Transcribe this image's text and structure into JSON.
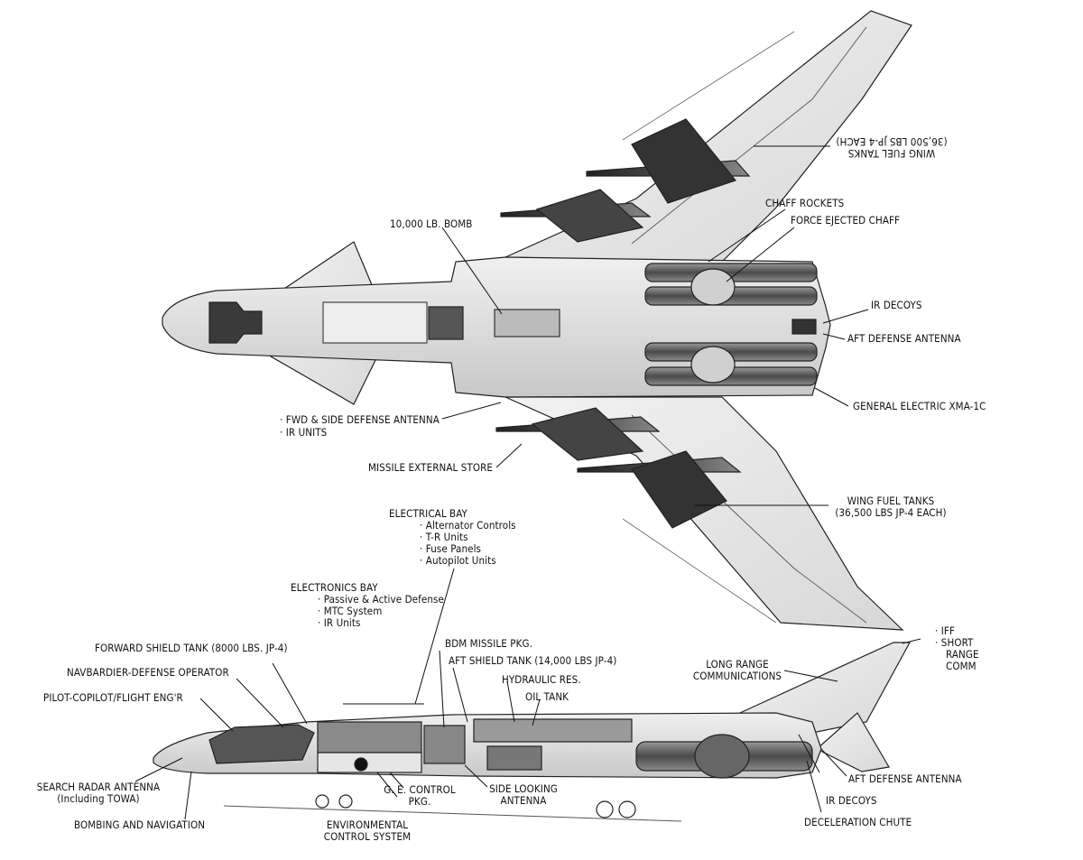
{
  "labels": {
    "wing_fuel_tanks_top": "WING FUEL TANKS",
    "wing_fuel_tanks_top_sub": "(36,500 LBS JP-4 EACH)",
    "chaff_rockets": "CHAFF ROCKETS",
    "force_ejected_chaff": "FORCE EJECTED CHAFF",
    "bomb": "10,000 LB. BOMB",
    "ir_decoys_top": "IR DECOYS",
    "aft_defense_antenna_top": "AFT DEFENSE ANTENNA",
    "general_electric": "GENERAL ELECTRIC XMA-1C",
    "fwd_side_defense": "· FWD & SIDE DEFENSE ANTENNA",
    "ir_units_top": "· IR UNITS",
    "missile_external_store": "MISSILE EXTERNAL STORE",
    "wing_fuel_tanks_bottom": "WING FUEL TANKS",
    "wing_fuel_tanks_bottom_sub": "(36,500 LBS JP-4 EACH)",
    "electrical_bay": "ELECTRICAL BAY",
    "electrical_bay_items": [
      "· Alternator Controls",
      "· T-R Units",
      "· Fuse Panels",
      "· Autopilot Units"
    ],
    "electronics_bay": "ELECTRONICS BAY",
    "electronics_bay_items": [
      "· Passive & Active Defense",
      "· MTC System",
      "· IR Units"
    ],
    "iff": "· IFF",
    "short_range": "· SHORT",
    "short_range_2": "RANGE",
    "short_range_3": "COMM",
    "forward_shield_tank": "FORWARD SHIELD TANK (8000 LBS. JP-4)",
    "bdm_missile": "BDM MISSILE PKG.",
    "aft_shield_tank": "AFT SHIELD TANK (14,000 LBS JP-4)",
    "long_range_comm_1": "LONG RANGE",
    "long_range_comm_2": "COMMUNICATIONS",
    "navbardier": "NAVBARDIER-DEFENSE OPERATOR",
    "hydraulic_res": "HYDRAULIC RES.",
    "oil_tank": "OIL TANK",
    "pilot": "PILOT-COPILOT/FLIGHT ENG'R",
    "search_radar_1": "SEARCH RADAR ANTENNA",
    "search_radar_2": "(Including TOWA)",
    "ge_control_1": "G. E. CONTROL",
    "ge_control_2": "PKG.",
    "side_looking_1": "SIDE LOOKING",
    "side_looking_2": "ANTENNA",
    "aft_defense_antenna_bottom": "AFT DEFENSE ANTENNA",
    "ir_decoys_bottom": "IR DECOYS",
    "bombing_nav": "BOMBING AND NAVIGATION",
    "environmental_1": "ENVIRONMENTAL",
    "environmental_2": "CONTROL SYSTEM",
    "deceleration_chute": "DECELERATION CHUTE"
  },
  "colors": {
    "ink": "#111111",
    "airframe": "#e4e4e4",
    "airframe_dark": "#9a9a9a",
    "fuel_tank": "#3a3a3a",
    "engine": "#6e6e6e",
    "background": "#ffffff"
  }
}
